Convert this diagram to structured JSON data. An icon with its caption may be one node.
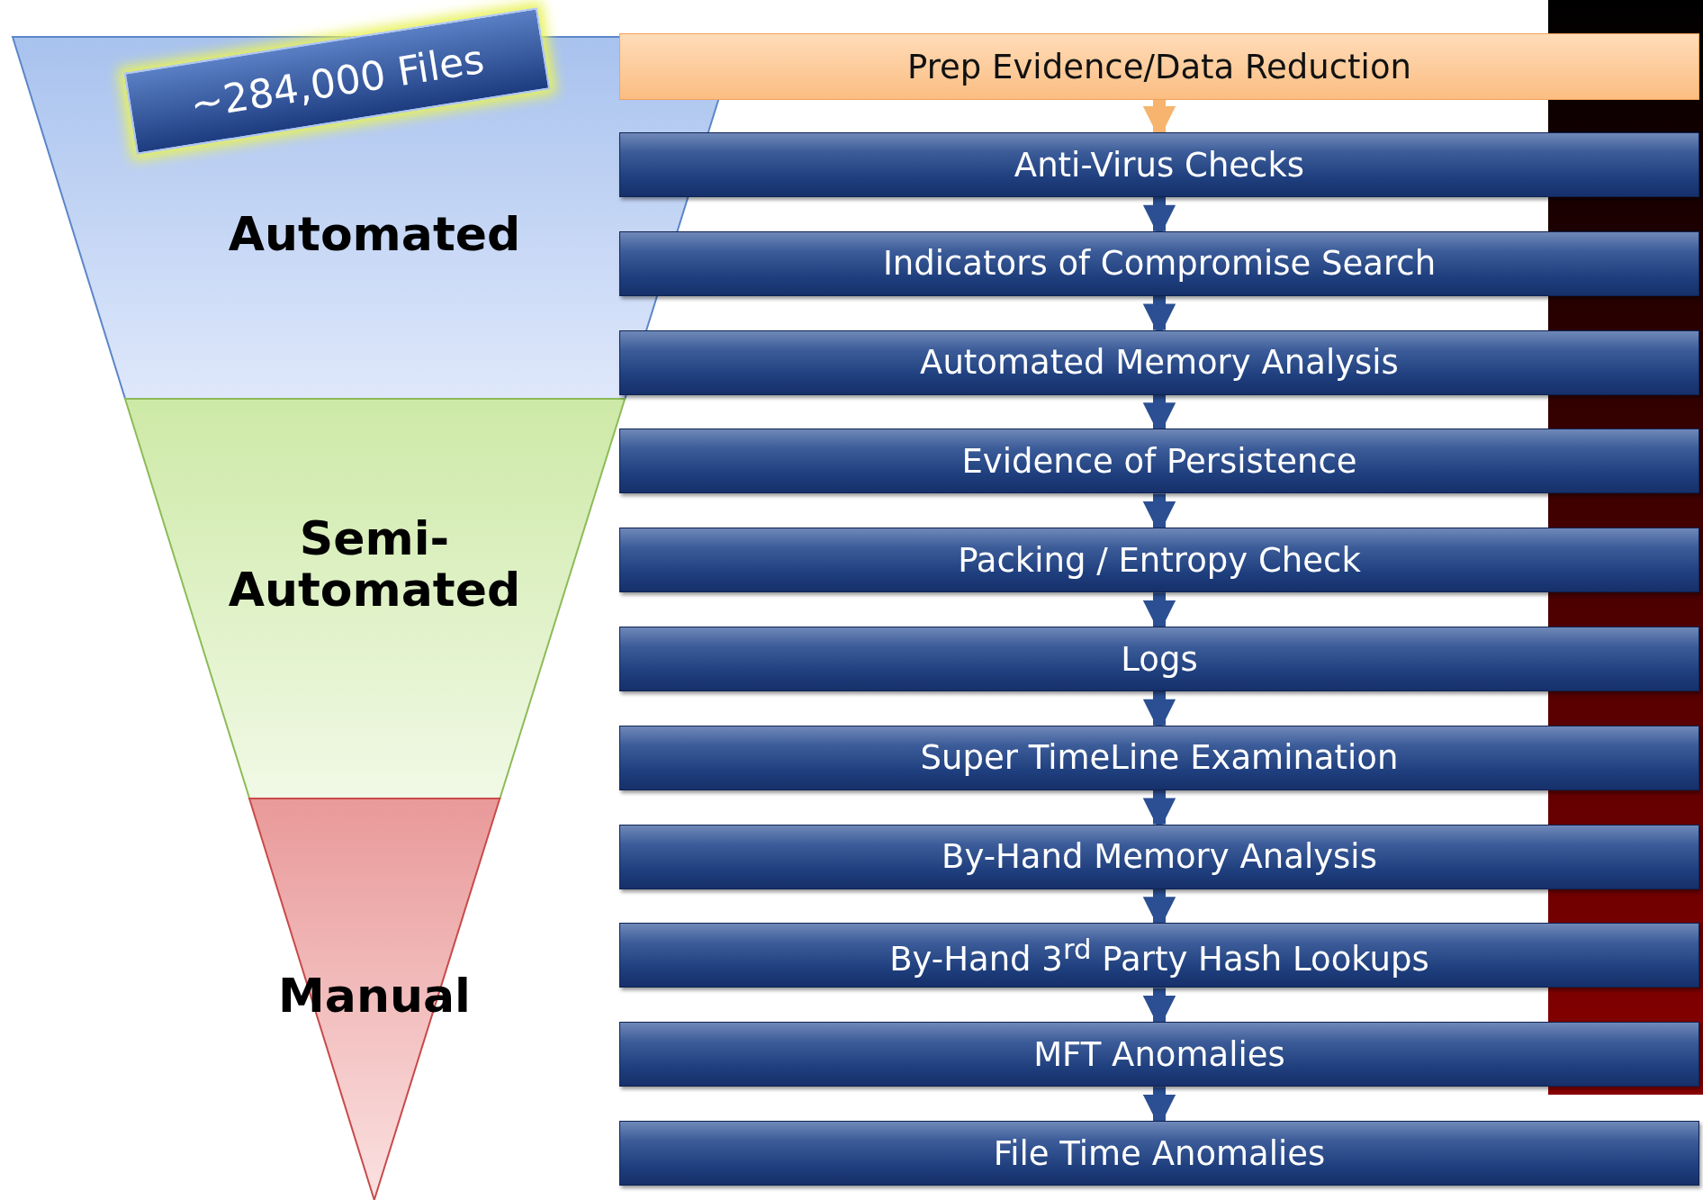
{
  "diagram": {
    "nodes": [
      {
        "text": [
          "~284,000 Files"
        ]
      },
      {
        "text": [
          "Automated"
        ]
      },
      {
        "text": [
          "Semi-Automated"
        ]
      },
      {
        "text": [
          "Manual"
        ]
      },
      {
        "text": [
          "Prep Evidence/Data Reduction"
        ]
      },
      {
        "text": [
          "Anti-Virus Checks"
        ]
      },
      {
        "text": [
          "Indicators  of Compromise Search"
        ]
      },
      {
        "text": [
          "Automated Memory Analysis"
        ]
      },
      {
        "text": [
          "Evidence of Persistence"
        ]
      },
      {
        "text": [
          "Packing / Entropy Check"
        ]
      },
      {
        "text": [
          "Logs"
        ]
      },
      {
        "text": [
          "Super TimeLine Examination"
        ]
      },
      {
        "text": [
          "By-Hand Memory Analysis"
        ]
      },
      {
        "text": [
          "By-Hand 3$^{rd}$ Party Hash Lookups"
        ]
      },
      {
        "text": [
          "MFT Anomalies"
        ]
      },
      {
        "text": [
          "File Time Anomalies"
        ]
      }
    ],
    "edges": [
      {
        "from": 4,
        "to": 5,
        "arrow": "to",
        "color": "#f7b46e"
      },
      {
        "from": 5,
        "to": 6,
        "arrow": "to"
      },
      {
        "from": 6,
        "to": 7,
        "arrow": "to"
      },
      {
        "from": 7,
        "to": 8,
        "arrow": "to"
      },
      {
        "from": 8,
        "to": 9,
        "arrow": "to"
      },
      {
        "from": 9,
        "to": 10,
        "arrow": "to"
      },
      {
        "from": 10,
        "to": 11,
        "arrow": "to"
      },
      {
        "from": 11,
        "to": 12,
        "arrow": "to"
      },
      {
        "from": 12,
        "to": 13,
        "arrow": "to"
      },
      {
        "from": 13,
        "to": 14,
        "arrow": "to"
      },
      {
        "from": 14,
        "to": 15,
        "arrow": "to"
      }
    ]
  }
}
